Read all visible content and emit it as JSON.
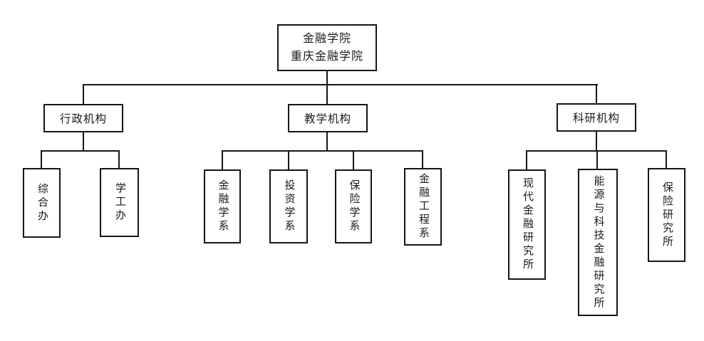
{
  "root": {
    "line1": "金融学院",
    "line2": "重庆金融学院"
  },
  "branches": [
    {
      "label": "行政机构",
      "children": [
        {
          "label": "综合办"
        },
        {
          "label": "学工办"
        }
      ]
    },
    {
      "label": "教学机构",
      "children": [
        {
          "label": "金融学系"
        },
        {
          "label": "投资学系"
        },
        {
          "label": "保险学系"
        },
        {
          "label": "金融工程系"
        }
      ]
    },
    {
      "label": "科研机构",
      "children": [
        {
          "label": "现代金融研究所"
        },
        {
          "label": "能源与科技金融研究所"
        },
        {
          "label": "保险研究所"
        }
      ]
    }
  ],
  "colors": {
    "background": "#ffffff",
    "line": "#161616",
    "text": "#1a1a1a"
  }
}
